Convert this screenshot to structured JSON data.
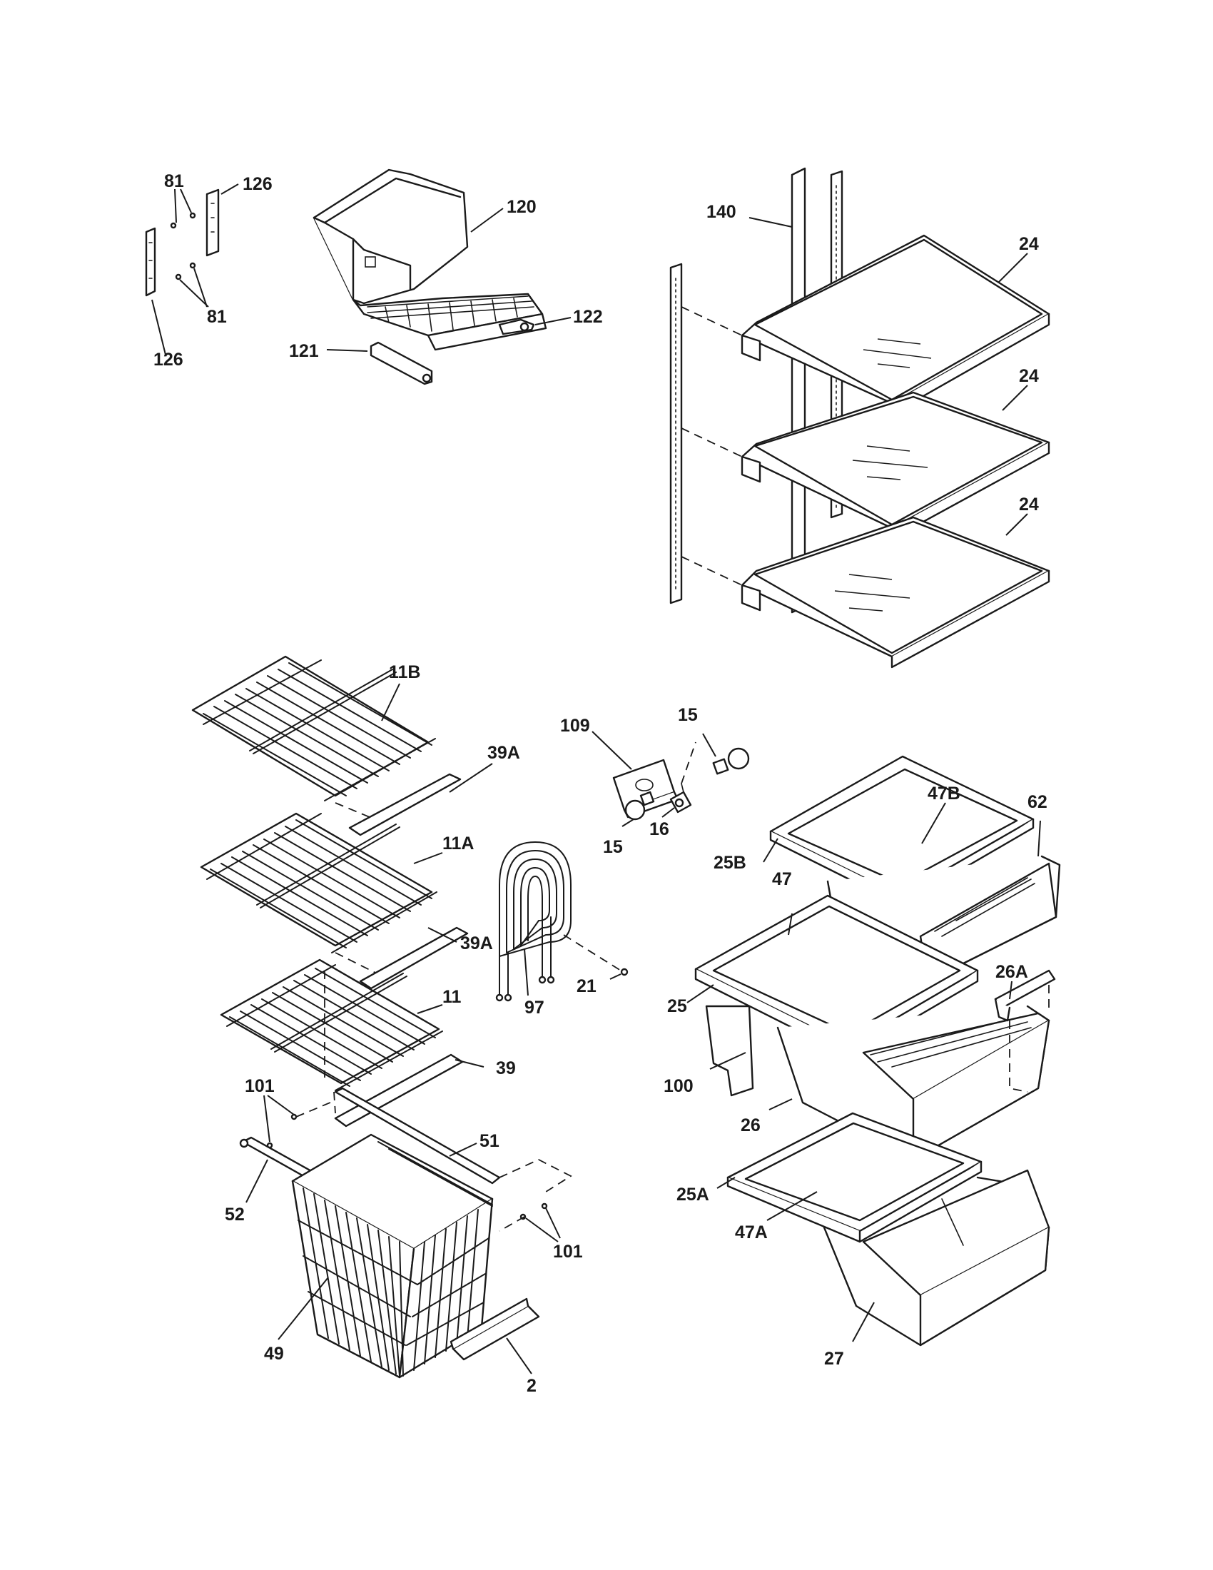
{
  "diagram": {
    "callouts": {
      "c81a": "81",
      "c126a": "126",
      "c81b": "81",
      "c126b": "126",
      "c120": "120",
      "c122": "122",
      "c121": "121",
      "c140": "140",
      "c24a": "24",
      "c24b": "24",
      "c24c": "24",
      "c11b": "11B",
      "c39a1": "39A",
      "c11a": "11A",
      "c39a2": "39A",
      "c11": "11",
      "c39": "39",
      "c97": "97",
      "c21": "21",
      "c109": "109",
      "c15a": "15",
      "c15b": "15",
      "c16": "16",
      "c47b": "47B",
      "c62": "62",
      "c25b": "25B",
      "c47": "47",
      "c26a": "26A",
      "c25": "25",
      "c100": "100",
      "c26": "26",
      "c25a": "25A",
      "c47a": "47A",
      "c27": "27",
      "c101a": "101",
      "c51": "51",
      "c52": "52",
      "c101b": "101",
      "c49": "49",
      "c2": "2"
    }
  }
}
